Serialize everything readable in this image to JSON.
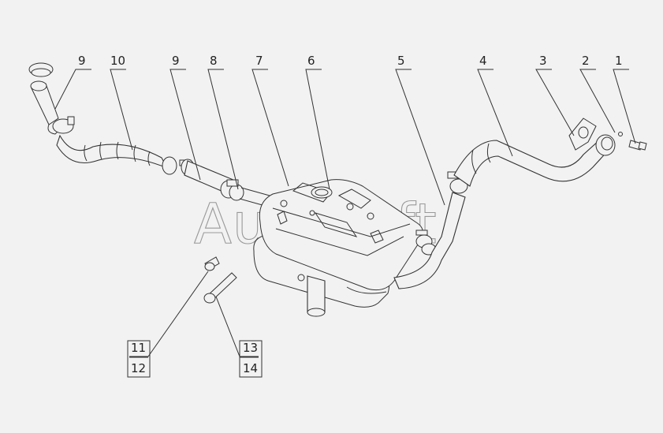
{
  "watermark": "AutoSoft",
  "callouts": {
    "c1": "1",
    "c2": "2",
    "c3": "3",
    "c4": "4",
    "c5": "5",
    "c6": "6",
    "c7": "7",
    "c8": "8",
    "c9a": "9",
    "c9b": "9",
    "c10": "10",
    "c11": "11",
    "c12": "12",
    "c13": "13",
    "c14": "14"
  },
  "parts": [
    "intake-pipe",
    "corrugated-hose",
    "muffler",
    "hose-clamp",
    "exhaust-pipe",
    "gasket",
    "bolt"
  ]
}
